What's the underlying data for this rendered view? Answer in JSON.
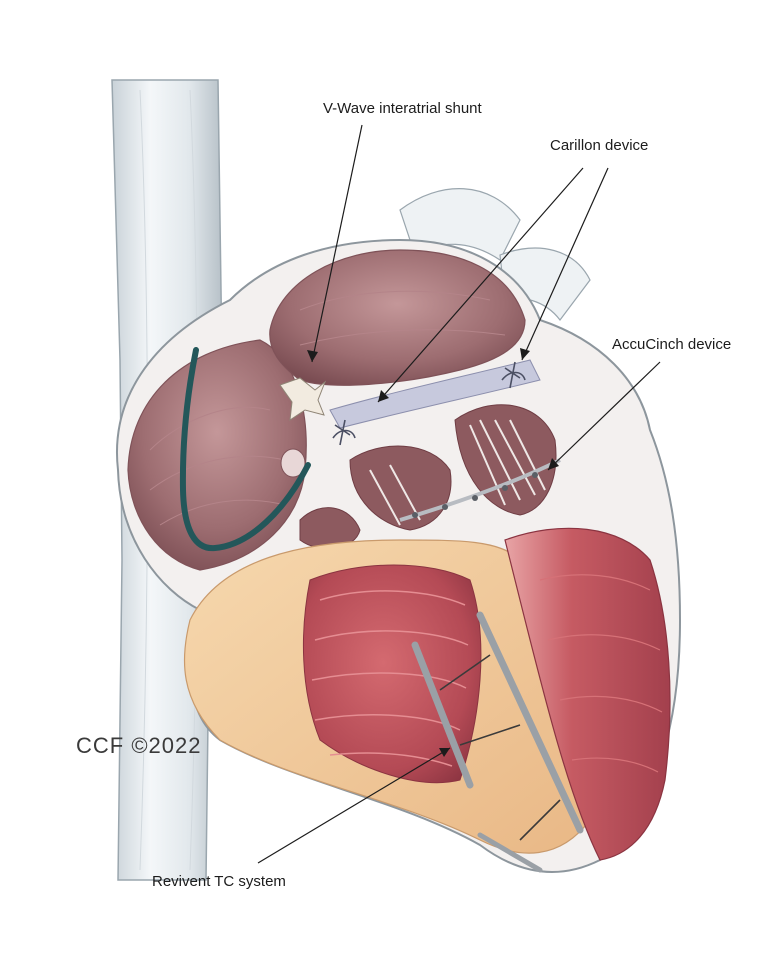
{
  "labels": {
    "vwave": "V-Wave interatrial shunt",
    "carillon": "Carillon device",
    "accucinch": "AccuCinch device",
    "revivent": "Revivent TC system"
  },
  "copyright": "CCF ©2022",
  "colors": {
    "muscle": "#b9525a",
    "muscle_dark": "#8e3440",
    "epicardium": "#f0c89a",
    "chamber": "#9c6a6e",
    "vessel": "#e9eef1",
    "catheter": "#23575a",
    "valve": "#e7e3e1",
    "leader": "#1c1c1c"
  }
}
